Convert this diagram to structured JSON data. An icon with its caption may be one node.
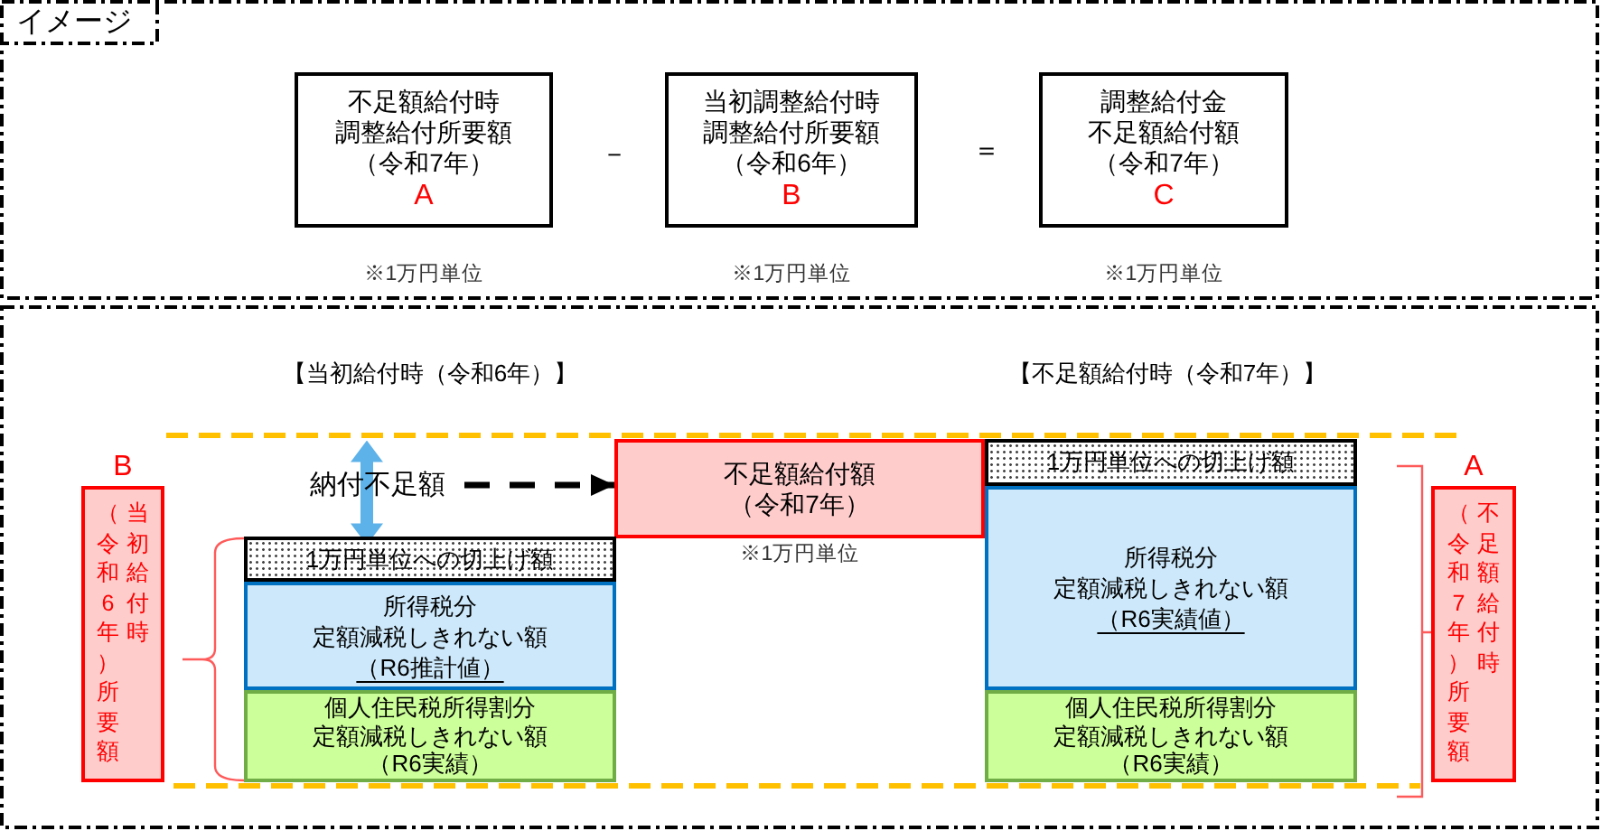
{
  "diagram": {
    "nodes": [
      {
        "text": [
          "イメージ"
        ]
      },
      {
        "text": [
          "不足額給付時",
          "調整給付所要額",
          "（令和7年）",
          "A"
        ],
        "beside": [
          "※1万円単位"
        ],
        "in": 0
      },
      {
        "text": [
          "当初調整給付時",
          "調整給付所要額",
          "（令和6年）",
          "B"
        ],
        "beside": [
          "※1万円単位"
        ],
        "in": 0
      },
      {
        "text": [
          "調整給付金",
          "不足額給付額",
          "（令和7年）",
          "C"
        ],
        "beside": [
          "※1万円単位"
        ],
        "in": 0
      },
      {
        "text": [],
        "shape": "box"
      },
      {
        "text": [
          "当初給付時（令和6年）所要額"
        ],
        "beside": [
          "B"
        ],
        "in": 4
      },
      {
        "text": [
          "納付不足額"
        ],
        "in": 4
      },
      {
        "text": [
          "不足額給付額",
          "（令和7年）"
        ],
        "beside": [
          "※1万円単位"
        ],
        "in": 4
      },
      {
        "text": [
          "1万円単位への切上げ額"
        ],
        "in": 4
      },
      {
        "text": [
          "所得税分",
          "定額減税しきれない額",
          "（R6推計値）"
        ],
        "in": 4
      },
      {
        "text": [
          "個人住民税所得割分",
          "定額減税しきれない額",
          "（R6実績）"
        ],
        "in": 4
      },
      {
        "text": [
          "1万円単位への切上げ額"
        ],
        "in": 4
      },
      {
        "text": [
          "所得税分",
          "定額減税しきれない額",
          "（R6実績値）"
        ],
        "in": 4
      },
      {
        "text": [
          "個人住民税所得割分",
          "定額減税しきれない額",
          "（R6実績）"
        ],
        "in": 4
      },
      {
        "text": [
          "不足額給付時（令和7年）所要額"
        ],
        "beside": [
          "A"
        ],
        "in": 4
      }
    ],
    "edges": [
      {
        "from": 6,
        "to": 7,
        "arrow": "to",
        "style": "dashed"
      },
      {
        "from": 6,
        "to": 8,
        "arrow": "both",
        "style": "thick",
        "color": "#5db2ea"
      }
    ],
    "labels": [
      "－",
      "＝",
      "【当初給付時（令和6年）】",
      "【不足額給付時（令和7年）】"
    ]
  }
}
